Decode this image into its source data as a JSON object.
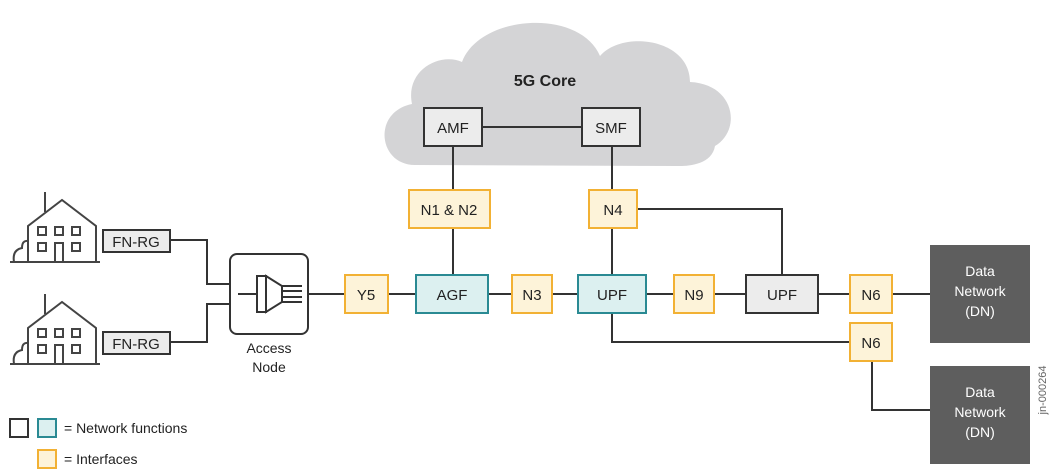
{
  "cloud": {
    "label": "5G Core"
  },
  "core_nodes": {
    "amf": "AMF",
    "smf": "SMF"
  },
  "interfaces": {
    "n1n2": "N1 & N2",
    "n4": "N4",
    "y5": "Y5",
    "n3": "N3",
    "n9": "N9",
    "n6_top": "N6",
    "n6_bottom": "N6"
  },
  "network_functions": {
    "agf": "AGF",
    "upf_main": "UPF",
    "upf_secondary": "UPF"
  },
  "residences": {
    "rg_top": "FN-RG",
    "rg_bottom": "FN-RG"
  },
  "access_node": {
    "line1": "Access",
    "line2": "Node"
  },
  "data_networks": {
    "dn_top": [
      "Data",
      "Network",
      "(DN)"
    ],
    "dn_bottom": [
      "Data",
      "Network",
      "(DN)"
    ]
  },
  "legend": {
    "network_functions": "= Network functions",
    "interfaces": "= Interfaces"
  },
  "watermark": "jn-000264",
  "colors": {
    "interface_fill": "#fdf3d9",
    "interface_stroke": "#f2b134",
    "nf_teal_fill": "#dcf0f0",
    "nf_teal_stroke": "#2a8a93",
    "nf_gray_fill": "#ececec",
    "dn_fill": "#5e5e5e",
    "cloud_fill": "#d4d4d6"
  }
}
